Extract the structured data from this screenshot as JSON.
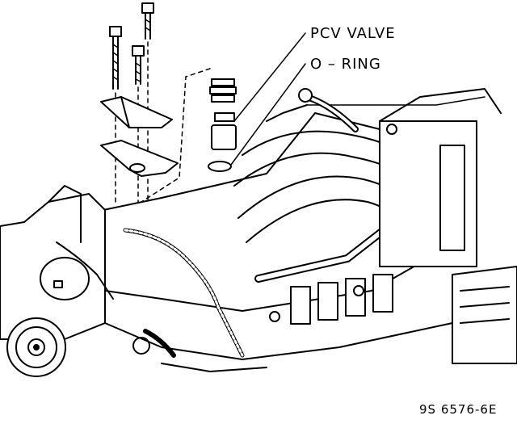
{
  "labels": {
    "pcv_valve": "PCV VALVE",
    "o_ring": "O – RING"
  },
  "figure_id": "9S 6576-6E",
  "colors": {
    "ink": "#000000",
    "paper": "#ffffff"
  }
}
